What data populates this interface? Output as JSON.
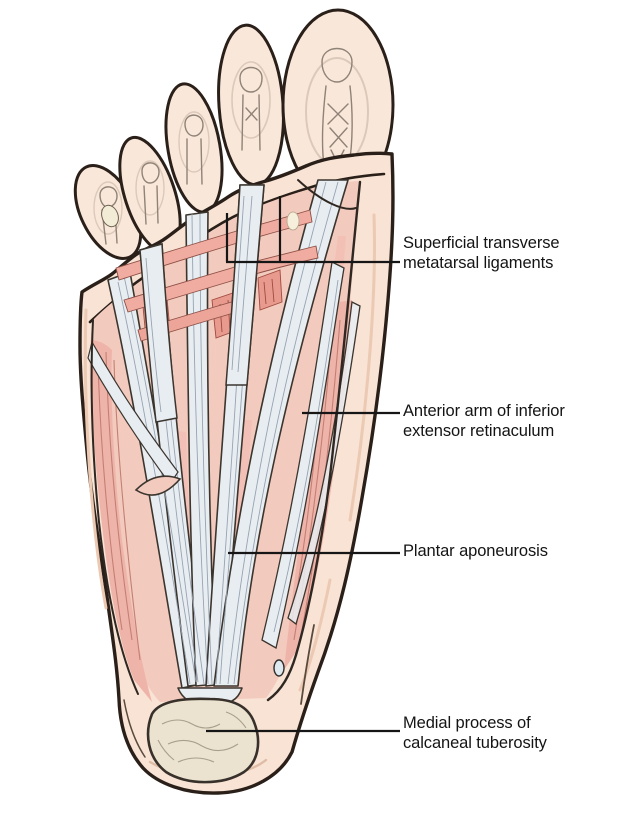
{
  "figure": {
    "type": "anatomical-illustration",
    "subject": "Plantar view of the foot, superficial dissection",
    "background": "#ffffff",
    "colors": {
      "skin": "#f8e3d5",
      "skin_shade": "#eccab2",
      "outline": "#2a2019",
      "tendon": "#e8edf2",
      "tendon_streak": "#97a3b1",
      "muscle": "#efb4a9",
      "muscle_light": "#f3cabe",
      "muscle_streak": "#c47f74",
      "ligament_pink": "#f0aca0",
      "bone_cream": "#ebe3cf",
      "label_text": "#141414",
      "leader_line": "#161616"
    }
  },
  "annotations": [
    {
      "id": "superficial-transverse-metatarsal-ligaments",
      "label": "Superficial transverse\nmetatarsal ligaments"
    },
    {
      "id": "anterior-arm-of-inferior-extensor-retinaculum",
      "label": "Anterior arm of inferior\nextensor retinaculum"
    },
    {
      "id": "plantar-aponeurosis",
      "label": "Plantar aponeurosis"
    },
    {
      "id": "medial-process-of-calcaneal-tuberosity",
      "label": "Medial process of\ncalcaneal tuberosity"
    }
  ]
}
